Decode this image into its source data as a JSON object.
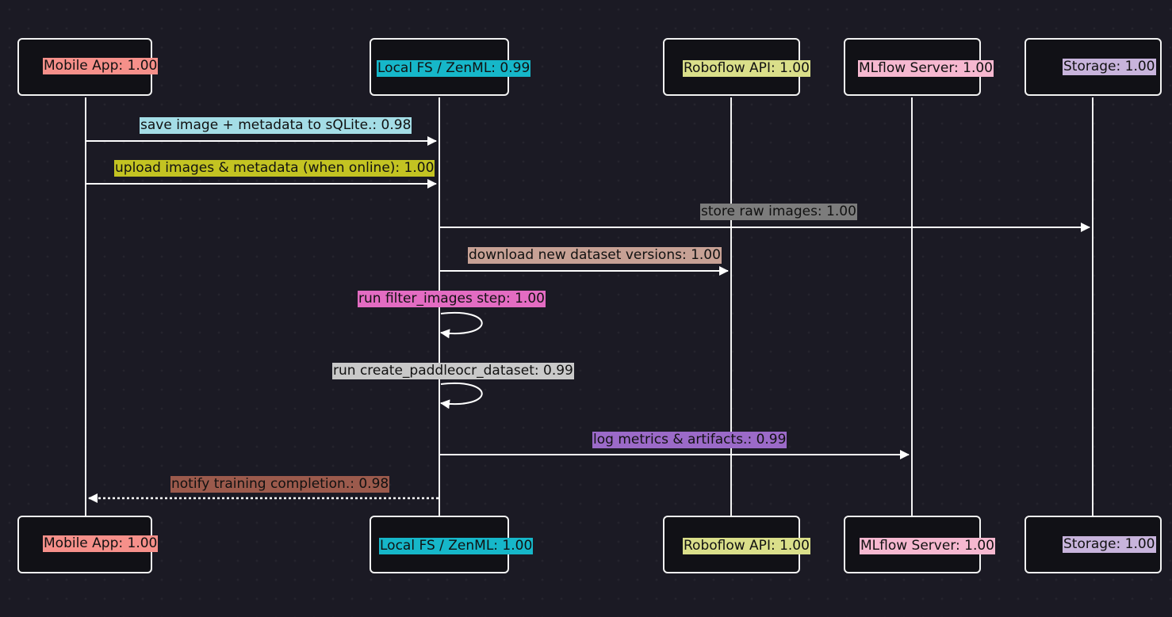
{
  "participants": {
    "mobile_app": {
      "top_label": "Mobile App: 1.00",
      "bottom_label": "Mobile App: 1.00",
      "color": "#f6908a"
    },
    "local_fs": {
      "top_label": "Local FS / ZenML: 0.99",
      "bottom_label": "Local FS / ZenML: 1.00",
      "color": "#16b7c9"
    },
    "roboflow": {
      "top_label": "Roboflow API: 1.00",
      "bottom_label": "Roboflow API: 1.00",
      "color": "#dadf8a"
    },
    "mlflow": {
      "top_label": "MLflow Server: 1.00",
      "bottom_label": "MLflow Server: 1.00",
      "color": "#f6b8d0"
    },
    "storage": {
      "top_label": "Storage: 1.00",
      "bottom_label": "Storage: 1.00",
      "color": "#c8b4dc"
    }
  },
  "messages": [
    {
      "label": "save image + metadata to sQLite.: 0.98",
      "from": "mobile_app",
      "to": "local_fs",
      "style": "solid",
      "color": "#a4dde6"
    },
    {
      "label": "upload images & metadata (when online): 1.00",
      "from": "mobile_app",
      "to": "local_fs",
      "style": "solid",
      "color": "#c3c322"
    },
    {
      "label": "store raw images: 1.00",
      "from": "local_fs",
      "to": "storage",
      "style": "solid",
      "color": "#7c7c7c"
    },
    {
      "label": "download new dataset versions: 1.00",
      "from": "local_fs",
      "to": "roboflow",
      "style": "solid",
      "color": "#c7a195"
    },
    {
      "label": "run filter_images step: 1.00",
      "from": "local_fs",
      "to": "local_fs",
      "style": "self",
      "color": "#e36cc2"
    },
    {
      "label": "run create_paddleocr_dataset: 0.99",
      "from": "local_fs",
      "to": "local_fs",
      "style": "self",
      "color": "#c9c9c9"
    },
    {
      "label": "log metrics & artifacts.: 0.99",
      "from": "local_fs",
      "to": "mlflow",
      "style": "solid",
      "color": "#9b6ac8"
    },
    {
      "label": "notify training completion.: 0.98",
      "from": "local_fs",
      "to": "mobile_app",
      "style": "dashed",
      "color": "#9b5a4c"
    }
  ]
}
